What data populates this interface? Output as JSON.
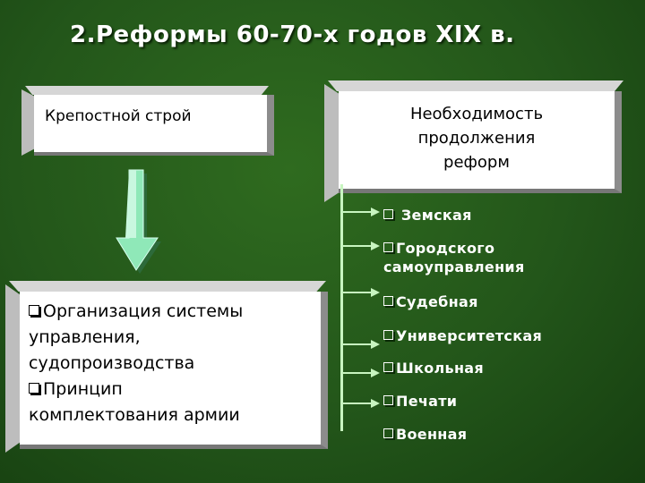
{
  "title": "2.Реформы 60-70-х годов XIX в.",
  "left_top_box": {
    "text": "Крепостной строй"
  },
  "right_top_box": {
    "lines": [
      "Необходимость",
      "продолжения",
      "реформ"
    ]
  },
  "left_bottom_box": {
    "lines": [
      "Организация системы",
      "управления,",
      "судопроизводства",
      "Принцип",
      "комплектования армии"
    ]
  },
  "reforms": [
    {
      "lines": [
        "Земская"
      ]
    },
    {
      "lines": [
        "Городского",
        "самоуправления"
      ]
    },
    {
      "lines": [
        "Судебная"
      ]
    },
    {
      "lines": [
        "Университетская"
      ]
    },
    {
      "lines": [
        "Школьная"
      ]
    },
    {
      "lines": [
        "Печати"
      ]
    },
    {
      "lines": [
        "Военная"
      ]
    }
  ],
  "colors": {
    "background": "#23561a",
    "arrow": "#8fe8b8",
    "line": "#c8f5c0",
    "box": "#ffffff"
  },
  "icons": {
    "bullet": "checkbox-bullet-icon",
    "down_arrow": "down-arrow-icon"
  }
}
